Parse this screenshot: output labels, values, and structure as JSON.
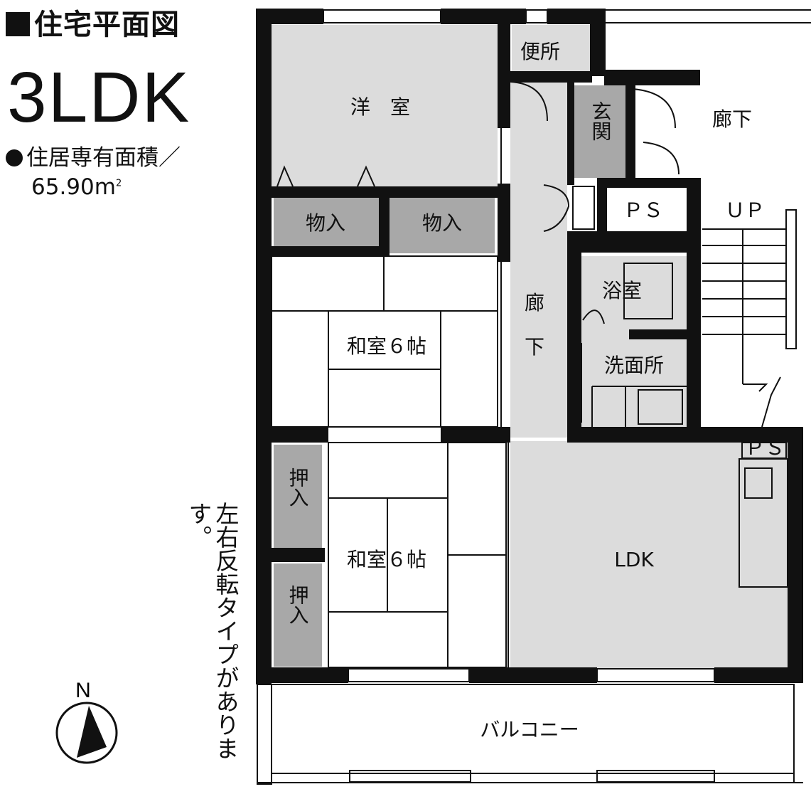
{
  "header": {
    "title": "住宅平面図",
    "layout_type": "3LDK",
    "area_label": "住居専有面積／",
    "area_value": "65.90m",
    "area_unit_sup": "2"
  },
  "note": "左右反転タイプがあります。",
  "rooms": {
    "western_room": "洋　室",
    "toilet": "便所",
    "entrance": "玄関",
    "outer_corridor": "廊下",
    "ps_upper": "ＰＳ",
    "up": "ＵＰ",
    "closet_left": "物入",
    "closet_right": "物入",
    "hallway_1": "廊",
    "hallway_2": "下",
    "bath": "浴室",
    "washroom": "洗面所",
    "japanese_room_upper": "和室６帖",
    "japanese_room_lower": "和室６帖",
    "oshiire_upper": "押入",
    "oshiire_lower": "押入",
    "ps_lower": "ＰＳ",
    "ldk": "LDK",
    "balcony": "バルコニー"
  },
  "compass": {
    "label": "N"
  },
  "colors": {
    "wall": "#111111",
    "floor": "#dcdcdc",
    "storage": "#a8a8a8",
    "white": "#ffffff"
  }
}
